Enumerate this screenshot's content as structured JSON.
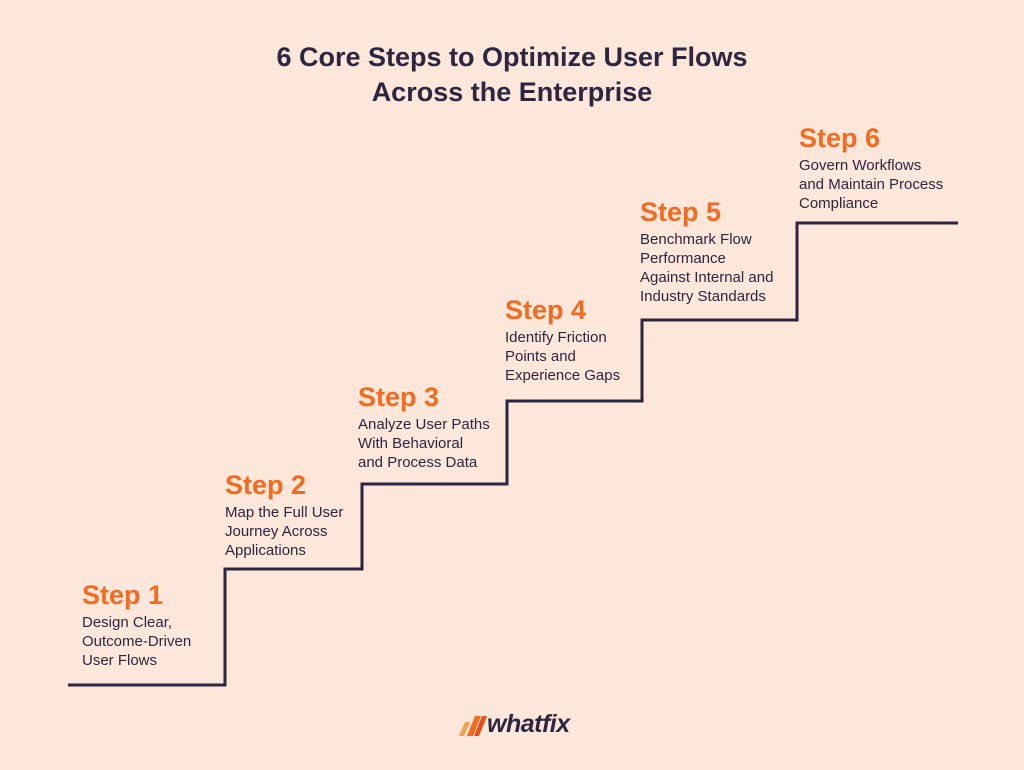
{
  "title": {
    "line1": "6 Core Steps to Optimize User Flows",
    "line2": "Across the Enterprise"
  },
  "steps": [
    {
      "label": "Step 1",
      "description": "Design Clear,\nOutcome-Driven\nUser Flows"
    },
    {
      "label": "Step 2",
      "description": "Map the Full User\nJourney Across\nApplications"
    },
    {
      "label": "Step 3",
      "description": "Analyze User Paths\nWith Behavioral\nand Process Data"
    },
    {
      "label": "Step 4",
      "description": "Identify Friction\nPoints and\nExperience Gaps"
    },
    {
      "label": "Step 5",
      "description": "Benchmark Flow\nPerformance\nAgainst Internal and\nIndustry Standards"
    },
    {
      "label": "Step 6",
      "description": "Govern Workflows\nand Maintain Process\nCompliance"
    }
  ],
  "logo": {
    "text": "whatfix"
  },
  "colors": {
    "background": "#fde6da",
    "accent": "#f26b21",
    "text": "#2d2640"
  }
}
